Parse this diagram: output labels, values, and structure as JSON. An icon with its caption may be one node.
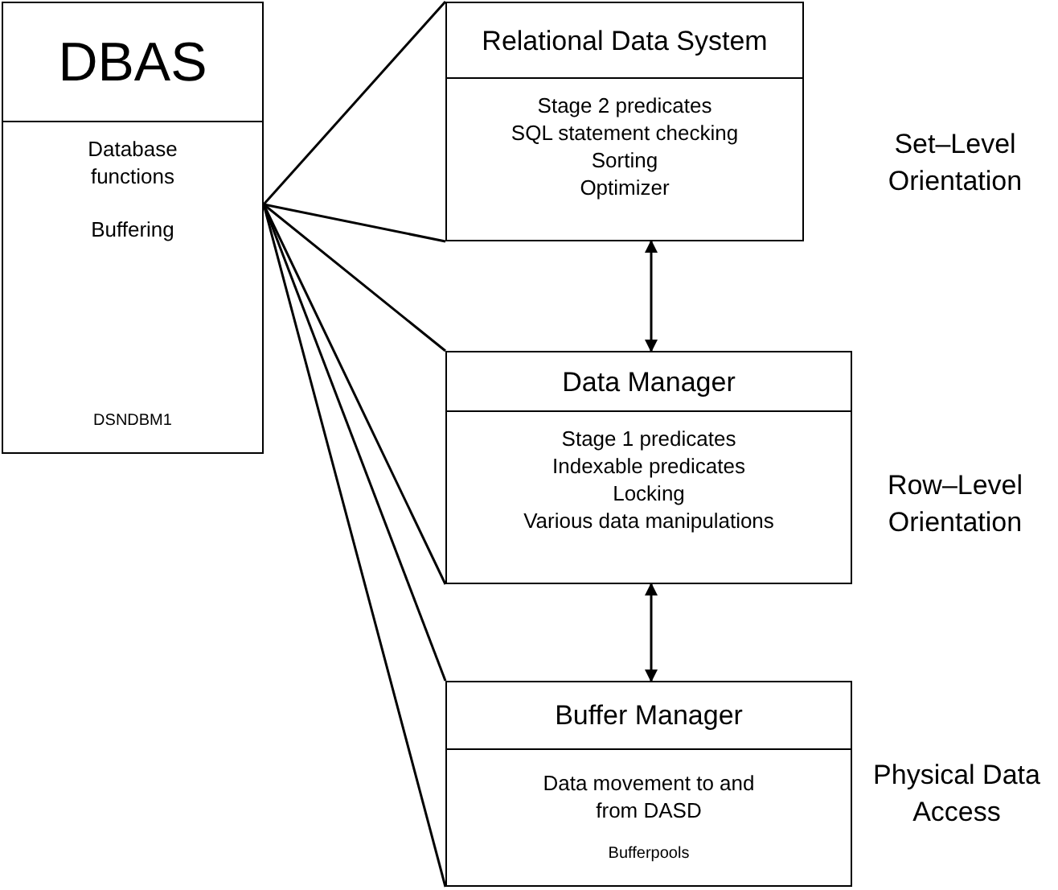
{
  "diagram": {
    "nodes": [
      {
        "text": [
          "DBAS",
          "Database functions",
          "Buffering",
          "DSNDBM1"
        ]
      },
      {
        "text": [
          "Relational Data System",
          "Stage 2 predicates",
          "SQL statement checking",
          "Sorting",
          "Optimizer"
        ]
      },
      {
        "text": [
          "Data Manager",
          "Stage 1 predicates",
          "Indexable predicates",
          "Locking",
          "Various data manipulations"
        ]
      },
      {
        "text": [
          "Buffer Manager",
          "Data movement to and from DASD",
          "Bufferpools"
        ]
      }
    ],
    "edges": [
      {
        "from": 0,
        "to": 1,
        "arrow": "none"
      },
      {
        "from": 0,
        "to": 1,
        "arrow": "none"
      },
      {
        "from": 0,
        "to": 2,
        "arrow": "none"
      },
      {
        "from": 0,
        "to": 2,
        "arrow": "none"
      },
      {
        "from": 0,
        "to": 3,
        "arrow": "none"
      },
      {
        "from": 0,
        "to": 3,
        "arrow": "none"
      },
      {
        "from": 1,
        "to": 2,
        "arrow": "both"
      },
      {
        "from": 2,
        "to": 3,
        "arrow": "both"
      }
    ],
    "labels": [
      "Set–Level Orientation",
      "Row–Level Orientation",
      "Physical Data Access"
    ]
  }
}
